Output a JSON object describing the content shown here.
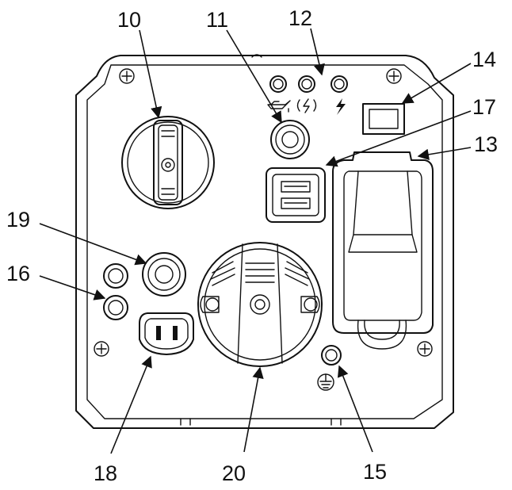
{
  "callouts": [
    {
      "id": "10",
      "label": "10"
    },
    {
      "id": "11",
      "label": "11"
    },
    {
      "id": "12",
      "label": "12"
    },
    {
      "id": "13",
      "label": "13"
    },
    {
      "id": "14",
      "label": "14"
    },
    {
      "id": "15",
      "label": "15"
    },
    {
      "id": "16",
      "label": "16"
    },
    {
      "id": "17",
      "label": "17"
    },
    {
      "id": "18",
      "label": "18"
    },
    {
      "id": "19",
      "label": "19"
    },
    {
      "id": "20",
      "label": "20"
    }
  ],
  "icons": {
    "oil": "oil-can-icon",
    "overload": "overload-warning-icon",
    "output": "lightning-bolt-icon",
    "ground": "ground-symbol-icon"
  },
  "colors": {
    "line": "#111111",
    "background": "#ffffff"
  }
}
